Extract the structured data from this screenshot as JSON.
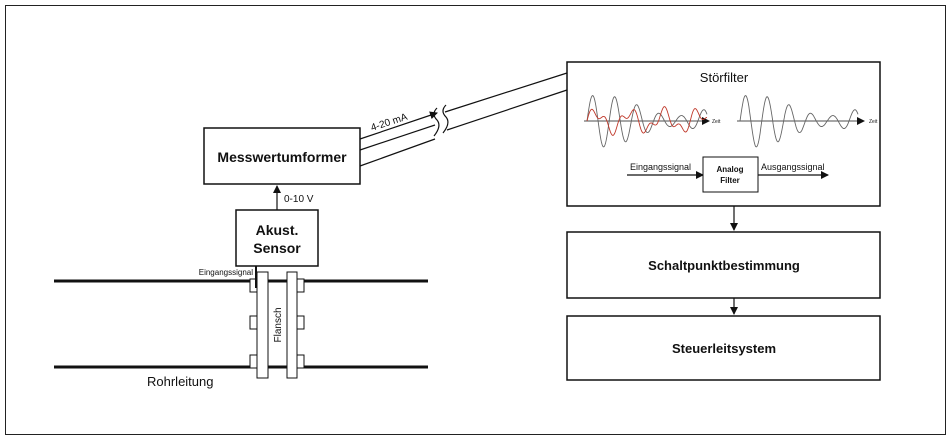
{
  "left": {
    "transmitter": "Messwertumformer",
    "sensor_line1": "Akust.",
    "sensor_line2": "Sensor",
    "voltage_label": "0-10 V",
    "current_label": "4-20 mA",
    "input_signal_label": "Eingangssignal",
    "flange_label": "Flansch",
    "pipe_label": "Rohrleitung"
  },
  "filter": {
    "title": "Störfilter",
    "time_label_left": "Zeit",
    "time_label_right": "Zeit",
    "input_label": "Eingangssignal",
    "box_line1": "Analog",
    "box_line2": "Filter",
    "output_label": "Ausgangssignal",
    "noise_color": "#c0392b"
  },
  "switching_point": "Schaltpunktbestimmung",
  "control_system": "Steuerleitsystem"
}
